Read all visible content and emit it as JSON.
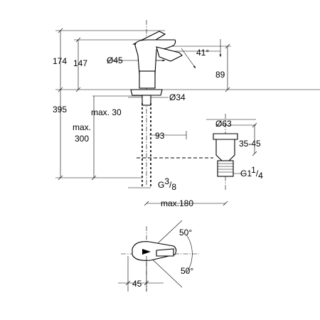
{
  "dimensions": {
    "total_height": "174",
    "spout_height": "147",
    "outlet_diameter": "Ø45",
    "lever_angle": "41°",
    "spout_reach": "89",
    "base_diameter": "Ø34",
    "overall_height": "395",
    "max_deck": "max. 30",
    "max_hose_line1": "max.",
    "max_hose_line2": "300",
    "hose_offset": "93",
    "waste_diameter": "Ø63",
    "waste_range": "35-45",
    "waste_thread_prefix": "G1",
    "waste_thread_num": "1",
    "waste_thread_den": "4",
    "inlet_thread_prefix": "G",
    "inlet_thread_num": "3",
    "inlet_thread_den": "8",
    "max_width": "max.180",
    "swing_angle_top": "50°",
    "swing_angle_bottom": "50°",
    "plan_offset": "45"
  },
  "colors": {
    "line": "#000000",
    "background": "#ffffff"
  }
}
